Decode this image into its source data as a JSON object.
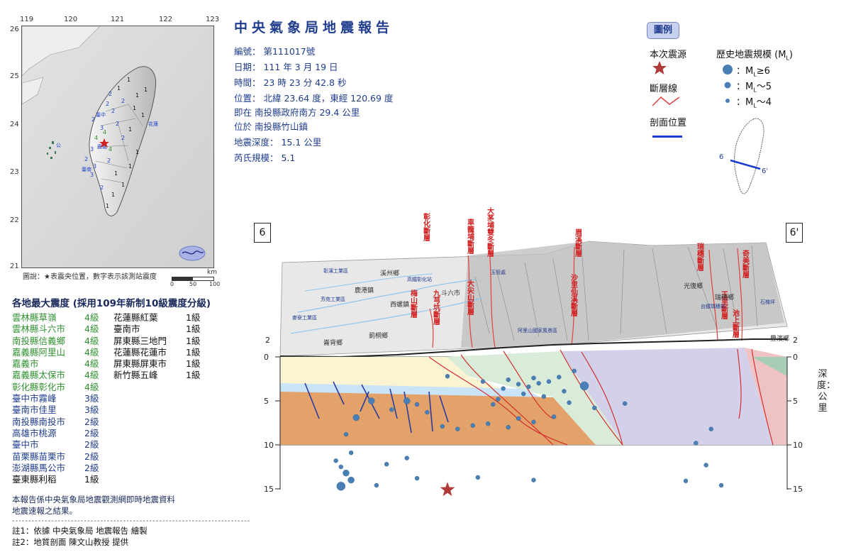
{
  "title": "中央氣象局地震報告",
  "report": {
    "number": "編號： 第111017號",
    "date": "日期： 111 年 3 月 19 日",
    "time": "時間： 23 時 23 分 42.8 秒",
    "position": "位置： 北緯 23.64 度，東經 120.69 度",
    "relative": "即在 南投縣政府南方 29.4 公里",
    "located": "位於 南投縣竹山鎮",
    "depth": "地震深度： 15.1 公里",
    "magnitude": "芮氏規模： 5.1"
  },
  "map": {
    "lon_ticks": [
      "119",
      "120",
      "121",
      "122",
      "123"
    ],
    "lat_ticks": [
      "26",
      "25",
      "24",
      "23",
      "22",
      "21"
    ],
    "caption": "圖說：★表震央位置，數字表示該測站震度",
    "scale_labels": [
      "0",
      "50",
      "100"
    ],
    "scale_unit": "km",
    "station_intensities": [
      {
        "v": "1",
        "c": "#111"
      },
      {
        "v": "1",
        "c": "#111"
      },
      {
        "v": "2",
        "c": "#2244cc"
      },
      {
        "v": "1",
        "c": "#111"
      },
      {
        "v": "1",
        "c": "#111"
      },
      {
        "v": "2",
        "c": "#2244cc"
      },
      {
        "v": "2",
        "c": "#2244cc"
      },
      {
        "v": "1",
        "c": "#111"
      },
      {
        "v": "2",
        "c": "#2244cc"
      },
      {
        "v": "1",
        "c": "#111"
      },
      {
        "v": "2",
        "c": "#2244cc"
      },
      {
        "v": "3",
        "c": "#2244cc"
      },
      {
        "v": "4",
        "c": "#2f8f2f"
      },
      {
        "v": "4",
        "c": "#2f8f2f"
      },
      {
        "v": "4",
        "c": "#2f8f2f"
      },
      {
        "v": "3",
        "c": "#2244cc"
      },
      {
        "v": "2",
        "c": "#2244cc"
      },
      {
        "v": "2",
        "c": "#2244cc"
      },
      {
        "v": "1",
        "c": "#111"
      },
      {
        "v": "2",
        "c": "#2244cc"
      },
      {
        "v": "3",
        "c": "#2244cc"
      },
      {
        "v": "2",
        "c": "#2244cc"
      },
      {
        "v": "1",
        "c": "#111"
      },
      {
        "v": "1",
        "c": "#111"
      },
      {
        "v": "1",
        "c": "#111"
      },
      {
        "v": "2",
        "c": "#2244cc"
      },
      {
        "v": "3",
        "c": "#2244cc"
      },
      {
        "v": "1",
        "c": "#111"
      },
      {
        "v": "1",
        "c": "#111"
      },
      {
        "v": "1",
        "c": "#111"
      }
    ],
    "place_labels": [
      "臺中",
      "花蓮",
      "嘉義",
      "臺南",
      "公"
    ]
  },
  "intensity_title": "各地最大震度 (採用109年新制10級震度分級)",
  "intensity_left": [
    {
      "place": "雲林縣草嶺",
      "level": "4級",
      "color": "green"
    },
    {
      "place": "雲林縣斗六市",
      "level": "4級",
      "color": "green"
    },
    {
      "place": "南投縣信義鄉",
      "level": "4級",
      "color": "green"
    },
    {
      "place": "嘉義縣阿里山",
      "level": "4級",
      "color": "green"
    },
    {
      "place": "嘉義市",
      "level": "4級",
      "color": "green"
    },
    {
      "place": "嘉義縣太保市",
      "level": "4級",
      "color": "green"
    },
    {
      "place": "彰化縣彰化市",
      "level": "4級",
      "color": "green"
    },
    {
      "place": "臺中市霧峰",
      "level": "3級",
      "color": "navy"
    },
    {
      "place": "臺南市佳里",
      "level": "3級",
      "color": "navy"
    },
    {
      "place": "南投縣南投市",
      "level": "2級",
      "color": "navy"
    },
    {
      "place": "高雄市桃源",
      "level": "2級",
      "color": "navy"
    },
    {
      "place": "臺中市",
      "level": "2級",
      "color": "navy"
    },
    {
      "place": "苗栗縣苗栗市",
      "level": "2級",
      "color": "navy"
    },
    {
      "place": "澎湖縣馬公市",
      "level": "2級",
      "color": "navy"
    },
    {
      "place": "臺東縣利稻",
      "level": "1級",
      "color": "dark"
    }
  ],
  "intensity_right": [
    {
      "place": "花蓮縣紅葉",
      "level": "1級"
    },
    {
      "place": "臺南市",
      "level": "1級"
    },
    {
      "place": "屏東縣三地門",
      "level": "1級"
    },
    {
      "place": "花蓮縣花蓮市",
      "level": "1級"
    },
    {
      "place": "屏東縣屏東市",
      "level": "1級"
    },
    {
      "place": "新竹縣五峰",
      "level": "1級"
    }
  ],
  "report_note": [
    "本報告係中央氣象局地震觀測網即時地震資料",
    "地震速報之結果。"
  ],
  "dash_line": "-------------------------------------------------------------------------",
  "notes": [
    "註1：依據 中央氣象局 地震報告 繪製",
    "註2：地質剖面 陳文山教授 提供"
  ],
  "legend": {
    "tag": "圖例",
    "epicenter": "本次震源",
    "fault": "斷層線",
    "section": "剖面位置",
    "historical_title": "歷史地震規模 (M",
    "historical_sub": "L",
    "historical_close": ")",
    "m6": "：M",
    "m6_sub": "L",
    "m6_tail": "≥6",
    "m5": "：M",
    "m5_sub": "L",
    "m5_tail": "～5",
    "m4": "：M",
    "m4_sub": "L",
    "m4_tail": "～4",
    "inset_start": "6",
    "inset_end": "6'"
  },
  "profile": {
    "label_left": "6",
    "label_right": "6'",
    "depth_title": "深度：公里",
    "depth_ticks": [
      "0",
      "5",
      "10",
      "15"
    ],
    "top_tick": "2",
    "fault_names": [
      "彰化斷層",
      "車籠埔斷層",
      "大茅埔雙冬斷層",
      "梅山斷層",
      "九芎坑斷層",
      "大尖山斷層",
      "眉溪斷層",
      "沙里仙溪斷層",
      "瑞穗斷層",
      "奇美斷層",
      "玉里斷層",
      "池上斷層"
    ],
    "place_names": [
      "溪州鄉",
      "鹿港鎮",
      "西螺鎮",
      "斗六市",
      "莿桐鄉",
      "崙背鄉",
      "光復鄉",
      "瑞穗鄉",
      "豐濱鄉",
      "彰濱工業區",
      "芳苑工業區",
      "麥寮工業區",
      "高鐵彰化站",
      "玉管處",
      "阿里山國家風景區",
      "台鐵瑞穗站",
      "石梯坪"
    ],
    "events": [
      {
        "d": 0.33,
        "z": 2.2,
        "m": 4.3
      },
      {
        "d": 0.4,
        "z": 2.8,
        "m": 4.2
      },
      {
        "d": 0.43,
        "z": 4.8,
        "m": 4.2
      },
      {
        "d": 0.44,
        "z": 3.6,
        "m": 4.3
      },
      {
        "d": 0.42,
        "z": 5.4,
        "m": 4.3
      },
      {
        "d": 0.45,
        "z": 2.6,
        "m": 4.1
      },
      {
        "d": 0.47,
        "z": 3.1,
        "m": 4.2
      },
      {
        "d": 0.48,
        "z": 4.2,
        "m": 4.1
      },
      {
        "d": 0.49,
        "z": 3.4,
        "m": 4.3
      },
      {
        "d": 0.5,
        "z": 2.4,
        "m": 4.2
      },
      {
        "d": 0.51,
        "z": 3.0,
        "m": 4.1
      },
      {
        "d": 0.52,
        "z": 4.5,
        "m": 4.2
      },
      {
        "d": 0.53,
        "z": 2.8,
        "m": 4.3
      },
      {
        "d": 0.55,
        "z": 2.3,
        "m": 4.2
      },
      {
        "d": 0.56,
        "z": 3.9,
        "m": 4.1
      },
      {
        "d": 0.57,
        "z": 5.2,
        "m": 4.2
      },
      {
        "d": 0.54,
        "z": 6.8,
        "m": 4.3
      },
      {
        "d": 0.5,
        "z": 7.4,
        "m": 4.2
      },
      {
        "d": 0.47,
        "z": 7.0,
        "m": 4.2
      },
      {
        "d": 0.45,
        "z": 8.0,
        "m": 4.1
      },
      {
        "d": 0.41,
        "z": 7.6,
        "m": 4.2
      },
      {
        "d": 0.38,
        "z": 7.8,
        "m": 4.1
      },
      {
        "d": 0.35,
        "z": 8.2,
        "m": 4.3
      },
      {
        "d": 0.32,
        "z": 7.9,
        "m": 4.2
      },
      {
        "d": 0.29,
        "z": 6.3,
        "m": 4.4
      },
      {
        "d": 0.25,
        "z": 5.0,
        "m": 4.6
      },
      {
        "d": 0.27,
        "z": 5.4,
        "m": 4.3
      },
      {
        "d": 0.22,
        "z": 6.0,
        "m": 4.4
      },
      {
        "d": 0.18,
        "z": 5.0,
        "m": 4.6
      },
      {
        "d": 0.15,
        "z": 6.9,
        "m": 4.5
      },
      {
        "d": 0.13,
        "z": 8.8,
        "m": 4.4
      },
      {
        "d": 0.11,
        "z": 11.8,
        "m": 4.3
      },
      {
        "d": 0.12,
        "z": 12.5,
        "m": 4.4
      },
      {
        "d": 0.13,
        "z": 13.2,
        "m": 4.5
      },
      {
        "d": 0.14,
        "z": 14.0,
        "m": 4.6
      },
      {
        "d": 0.12,
        "z": 14.7,
        "m": 5.2
      },
      {
        "d": 0.19,
        "z": 14.6,
        "m": 4.3
      },
      {
        "d": 0.21,
        "z": 12.2,
        "m": 4.1
      },
      {
        "d": 0.25,
        "z": 11.5,
        "m": 4.2
      },
      {
        "d": 0.27,
        "z": 13.8,
        "m": 4.1
      },
      {
        "d": 0.14,
        "z": 10.9,
        "m": 4.3
      },
      {
        "d": 0.39,
        "z": 13.7,
        "m": 4.1
      },
      {
        "d": 0.5,
        "z": 14.0,
        "m": 4.1
      },
      {
        "d": 0.6,
        "z": 3.3,
        "m": 5.1
      },
      {
        "d": 0.58,
        "z": 1.6,
        "m": 4.2
      },
      {
        "d": 0.62,
        "z": 5.8,
        "m": 4.1
      },
      {
        "d": 0.68,
        "z": 5.3,
        "m": 4.1
      },
      {
        "d": 0.85,
        "z": 8.2,
        "m": 4.2
      },
      {
        "d": 0.82,
        "z": 9.8,
        "m": 4.1
      },
      {
        "d": 0.84,
        "z": 12.3,
        "m": 4.1
      },
      {
        "d": 0.8,
        "z": 14.1,
        "m": 4.1
      },
      {
        "d": 0.87,
        "z": 14.6,
        "m": 4.1
      }
    ],
    "mainshock": {
      "d": 0.33,
      "z": 15.1,
      "m": 5.1
    }
  }
}
